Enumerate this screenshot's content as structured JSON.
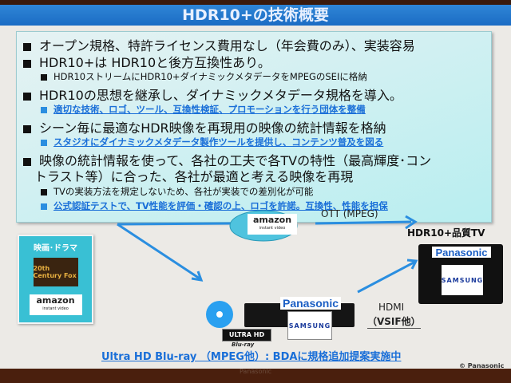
{
  "slide": {
    "title": "HDR10+の技術概要",
    "bullets": [
      "オープン規格、特許ライセンス費用なし（年会費のみ）、実装容易",
      "HDR10+は HDR10と後方互換性あり。",
      "HDR10ストリームにHDR10+ダイナミックメタデータをMPEGのSEIに格納",
      "HDR10の思想を継承し、ダイナミックメタデータ規格を導入。",
      "適切な技術、ロゴ、ツール、互換性検証、プロモーションを行う団体を整備",
      "シーン毎に最適なHDR映像を再現用の映像の統計情報を格納",
      "スタジオにダイナミックメタデータ製作ツールを提供し、コンテンツ普及を図る",
      "映像の統計情報を使って、各社の工夫で各TVの特性（最高輝度･コン",
      "トラスト等）に合った、各社が最適と考える映像を再現",
      "TVの実装方法を規定しないため、各社が実装での差別化が可能",
      "公式認証テストで、TV性能を評価・確認の上、ロゴを許諾。互換性、性能を担保"
    ],
    "diagram": {
      "source_label": "映画･ドラマ",
      "fox_logo": "20th Century Fox",
      "amazon": "amazon",
      "amazon_sub": "instant video",
      "ott_label": "OTT (MPEG)",
      "hdmi_label": "HDMI",
      "vsif_label": "（VSIF他）",
      "tv_label": "HDR10+品質TV",
      "panasonic": "Panasonic",
      "samsung": "SAMSUNG",
      "uhd": "ULTRA HD",
      "bluray": "Blu-ray",
      "footer": "Ultra HD Blu-ray （MPEG他）: BDAに規格追加提案実施中",
      "copyright": "© Panasonic"
    },
    "colors": {
      "title_bar": "#1b6cc4",
      "accent": "#1a6fd8",
      "arrow": "#2a8ee0"
    }
  },
  "monitor": {
    "brand": "Panasonic"
  }
}
